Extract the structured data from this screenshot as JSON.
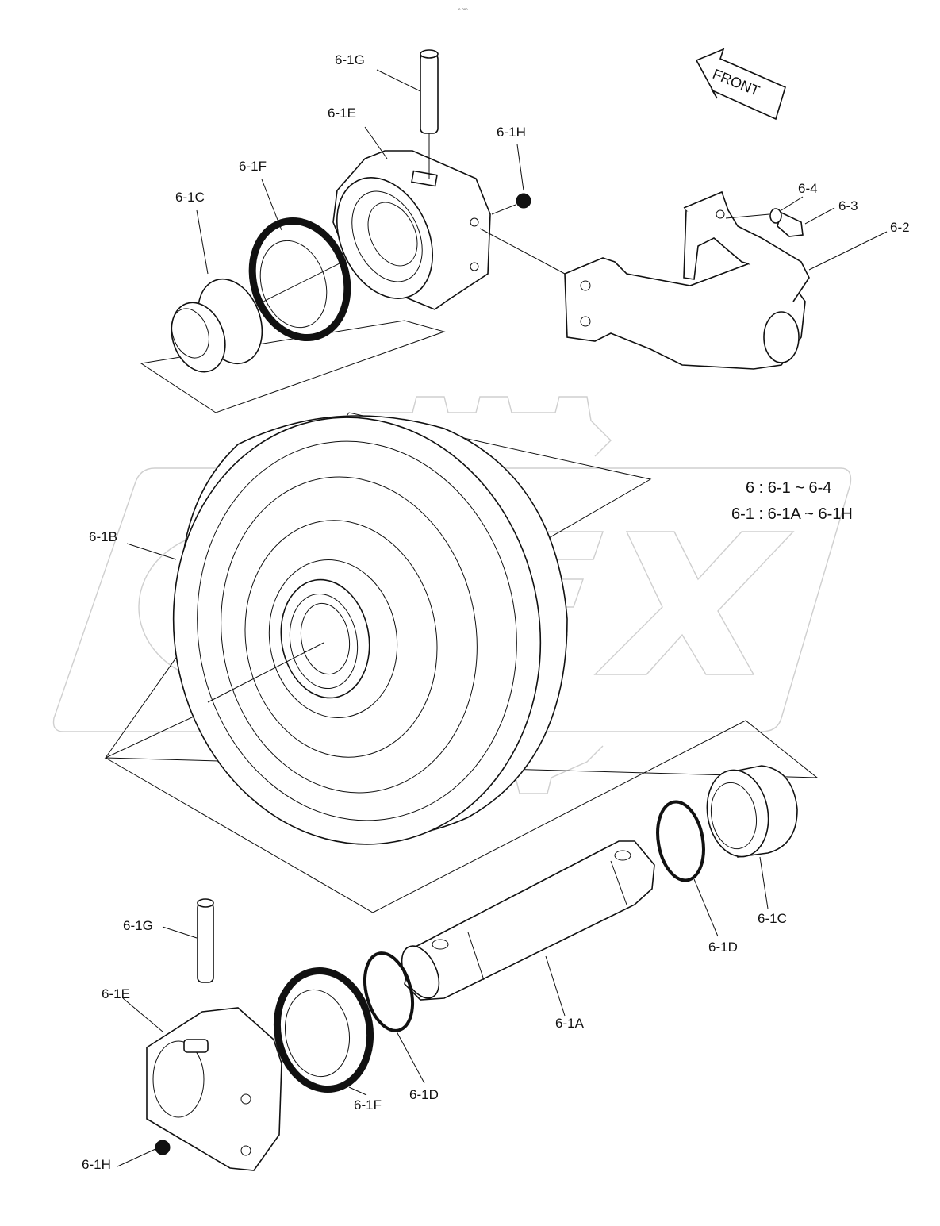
{
  "header": {
    "small_mark": "₀ ₀₀₀"
  },
  "direction_tag": {
    "label": "FRONT"
  },
  "watermark": {
    "text": "OPEX"
  },
  "legend": {
    "line1": "6 : 6-1 ~ 6-4",
    "line2": "6-1 : 6-1A ~ 6-1H"
  },
  "callouts": {
    "g_top": "6-1G",
    "e_top": "6-1E",
    "h_top": "6-1H",
    "f_top": "6-1F",
    "c_top": "6-1C",
    "n64": "6-4",
    "n63": "6-3",
    "n62": "6-2",
    "b": "6-1B",
    "c_right": "6-1C",
    "d_right": "6-1D",
    "a": "6-1A",
    "g_bottom": "6-1G",
    "e_bottom": "6-1E",
    "d_bottom": "6-1D",
    "f_bottom": "6-1F",
    "h_bottom": "6-1H"
  }
}
